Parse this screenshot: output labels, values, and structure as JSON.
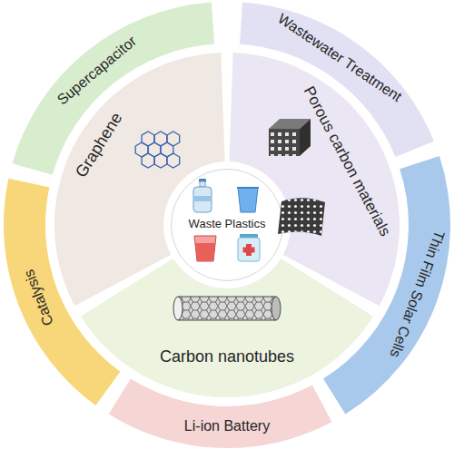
{
  "diagram": {
    "nodes": [
      {
        "text": [
          "Waste Plastics"
        ]
      },
      {
        "text": [
          "Graphene"
        ]
      },
      {
        "text": [
          "Porous carbon materials"
        ]
      },
      {
        "text": [
          "Carbon nanotubes"
        ]
      },
      {
        "text": [
          "Supercapacitor"
        ]
      },
      {
        "text": [
          "Wastewater Treatment"
        ]
      },
      {
        "text": [
          "Thin Film Solar Cells"
        ]
      },
      {
        "text": [
          "Li-ion Battery"
        ]
      },
      {
        "text": [
          "Catalysis"
        ]
      }
    ]
  }
}
